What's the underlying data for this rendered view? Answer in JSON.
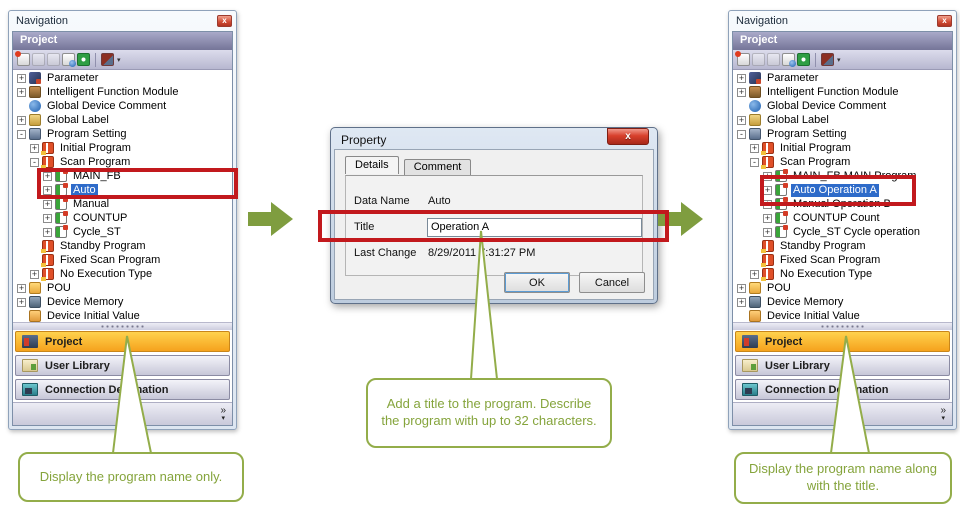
{
  "colors": {
    "arrow": "#7f9d3f",
    "callout_border": "#93ad4a",
    "callout_text": "#85a43c",
    "highlight_box": "#c2191d",
    "selection": "#2e6bc9",
    "project_button": "#f5a21d",
    "tail_fill": "#ffffff"
  },
  "left_panel": {
    "window_title": "Navigation",
    "close_glyph": "x",
    "pane_title": "Project",
    "toolbar_icons": [
      "new-data-icon",
      "copy-icon",
      "paste-icon",
      "property-icon",
      "refresh-icon",
      "sort-icon"
    ],
    "sort_caret": "▾",
    "tree": [
      {
        "label": "Parameter",
        "level": 0,
        "exp": "+",
        "icon": "parameter"
      },
      {
        "label": "Intelligent Function Module",
        "level": 0,
        "exp": "+",
        "icon": "ifm"
      },
      {
        "label": "Global Device Comment",
        "level": 0,
        "exp": null,
        "icon": "comment"
      },
      {
        "label": "Global Label",
        "level": 0,
        "exp": "+",
        "icon": "label"
      },
      {
        "label": "Program Setting",
        "level": 0,
        "exp": "-",
        "icon": "progset"
      },
      {
        "label": "Initial Program",
        "level": 1,
        "exp": "+",
        "icon": "book"
      },
      {
        "label": "Scan Program",
        "level": 1,
        "exp": "-",
        "icon": "book"
      },
      {
        "label": "MAIN_FB",
        "level": 2,
        "exp": "+",
        "icon": "prog"
      },
      {
        "label": "Auto",
        "level": 2,
        "exp": "+",
        "icon": "prog",
        "selected": true
      },
      {
        "label": "Manual",
        "level": 2,
        "exp": "+",
        "icon": "prog"
      },
      {
        "label": "COUNTUP",
        "level": 2,
        "exp": "+",
        "icon": "prog"
      },
      {
        "label": "Cycle_ST",
        "level": 2,
        "exp": "+",
        "icon": "prog"
      },
      {
        "label": "Standby Program",
        "level": 1,
        "exp": null,
        "icon": "book"
      },
      {
        "label": "Fixed Scan Program",
        "level": 1,
        "exp": null,
        "icon": "book"
      },
      {
        "label": "No Execution Type",
        "level": 1,
        "exp": "+",
        "icon": "book"
      },
      {
        "label": "POU",
        "level": 0,
        "exp": "+",
        "icon": "pou"
      },
      {
        "label": "Device Memory",
        "level": 0,
        "exp": "+",
        "icon": "devmem"
      },
      {
        "label": "Device Initial Value",
        "level": 0,
        "exp": null,
        "icon": "devinit"
      }
    ],
    "nav_buttons": [
      {
        "label": "Project"
      },
      {
        "label": "User Library"
      },
      {
        "label": "Connection Destination"
      }
    ],
    "overflow_chevron": "»",
    "overflow_caret": "▾",
    "callout": "Display the program name only."
  },
  "dialog": {
    "title": "Property",
    "close_glyph": "x",
    "tabs": [
      {
        "label": "Details"
      },
      {
        "label": "Comment"
      }
    ],
    "fields": [
      {
        "label": "Data Name",
        "value": "Auto"
      },
      {
        "label": "Title",
        "value": "Operation A"
      },
      {
        "label": "Last Change",
        "value": "8/29/2011 7:31:27 PM"
      }
    ],
    "buttons": [
      {
        "label": "OK"
      },
      {
        "label": "Cancel"
      }
    ],
    "callout": "Add a title to the program. Describe the program with up to 32 characters."
  },
  "right_panel": {
    "window_title": "Navigation",
    "close_glyph": "x",
    "pane_title": "Project",
    "toolbar_icons": [
      "new-data-icon",
      "copy-icon",
      "paste-icon",
      "property-icon",
      "refresh-icon",
      "sort-icon"
    ],
    "sort_caret": "▾",
    "tree": [
      {
        "label": "Parameter",
        "level": 0,
        "exp": "+",
        "icon": "parameter"
      },
      {
        "label": "Intelligent Function Module",
        "level": 0,
        "exp": "+",
        "icon": "ifm"
      },
      {
        "label": "Global Device Comment",
        "level": 0,
        "exp": null,
        "icon": "comment"
      },
      {
        "label": "Global Label",
        "level": 0,
        "exp": "+",
        "icon": "label"
      },
      {
        "label": "Program Setting",
        "level": 0,
        "exp": "-",
        "icon": "progset"
      },
      {
        "label": "Initial Program",
        "level": 1,
        "exp": "+",
        "icon": "book"
      },
      {
        "label": "Scan Program",
        "level": 1,
        "exp": "-",
        "icon": "book"
      },
      {
        "label": "MAIN_FB MAIN Program",
        "level": 2,
        "exp": "+",
        "icon": "prog"
      },
      {
        "label": "Auto Operation A",
        "level": 2,
        "exp": "+",
        "icon": "prog",
        "selected": true
      },
      {
        "label": "Manual Operation B",
        "level": 2,
        "exp": "+",
        "icon": "prog"
      },
      {
        "label": "COUNTUP Count",
        "level": 2,
        "exp": "+",
        "icon": "prog"
      },
      {
        "label": "Cycle_ST Cycle operation",
        "level": 2,
        "exp": "+",
        "icon": "prog"
      },
      {
        "label": "Standby Program",
        "level": 1,
        "exp": null,
        "icon": "book"
      },
      {
        "label": "Fixed Scan Program",
        "level": 1,
        "exp": null,
        "icon": "book"
      },
      {
        "label": "No Execution Type",
        "level": 1,
        "exp": "+",
        "icon": "book"
      },
      {
        "label": "POU",
        "level": 0,
        "exp": "+",
        "icon": "pou"
      },
      {
        "label": "Device Memory",
        "level": 0,
        "exp": "+",
        "icon": "devmem"
      },
      {
        "label": "Device Initial Value",
        "level": 0,
        "exp": null,
        "icon": "devinit"
      }
    ],
    "nav_buttons": [
      {
        "label": "Project"
      },
      {
        "label": "User Library"
      },
      {
        "label": "Connection Destination"
      }
    ],
    "overflow_chevron": "»",
    "overflow_caret": "▾",
    "callout": "Display the program name along with the title."
  }
}
